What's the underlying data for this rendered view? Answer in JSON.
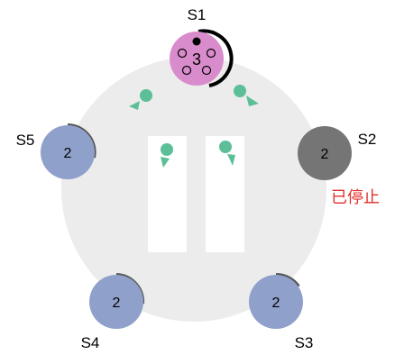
{
  "nodes": {
    "s1": {
      "label": "S1",
      "count": "3",
      "color": "#d98ccc",
      "status": ""
    },
    "s2": {
      "label": "S2",
      "count": "2",
      "color": "#757575",
      "status": "已停止",
      "status_color": "#e0302a"
    },
    "s3": {
      "label": "S3",
      "count": "2",
      "color": "#8fa0cb"
    },
    "s4": {
      "label": "S4",
      "count": "2",
      "color": "#8fa0cb"
    },
    "s5": {
      "label": "S5",
      "count": "2",
      "color": "#8fa0cb"
    }
  },
  "colors": {
    "table": "#ececec",
    "pad": "#ffffff",
    "token": "#5cbf97",
    "arc": "#555555",
    "leader_arc": "#000000"
  }
}
